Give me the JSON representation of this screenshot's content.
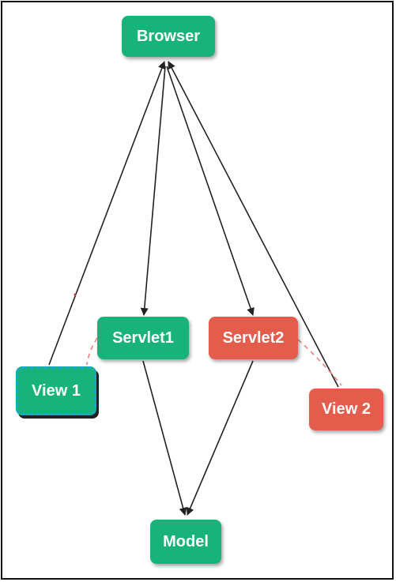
{
  "diagram": {
    "nodes": {
      "browser": "Browser",
      "servlet1": "Servlet1",
      "servlet2": "Servlet2",
      "view1": "View 1",
      "view2": "View 2",
      "model": "Model"
    },
    "colors": {
      "green": "#18b37a",
      "red": "#e35c4c",
      "edge": "#222222",
      "dashed_link": "#f08080",
      "view1_border": "#19a9c9"
    },
    "edges": [
      {
        "from": "browser",
        "to": "servlet1",
        "style": "arrow"
      },
      {
        "from": "browser",
        "to": "servlet2",
        "style": "arrow"
      },
      {
        "from": "view1",
        "to": "browser",
        "style": "arrow"
      },
      {
        "from": "view2",
        "to": "browser",
        "style": "arrow"
      },
      {
        "from": "servlet1",
        "to": "model",
        "style": "arrow"
      },
      {
        "from": "servlet2",
        "to": "model",
        "style": "arrow"
      },
      {
        "from": "servlet1",
        "to": "view1",
        "style": "dashed"
      },
      {
        "from": "servlet2",
        "to": "view2",
        "style": "dashed"
      }
    ]
  }
}
